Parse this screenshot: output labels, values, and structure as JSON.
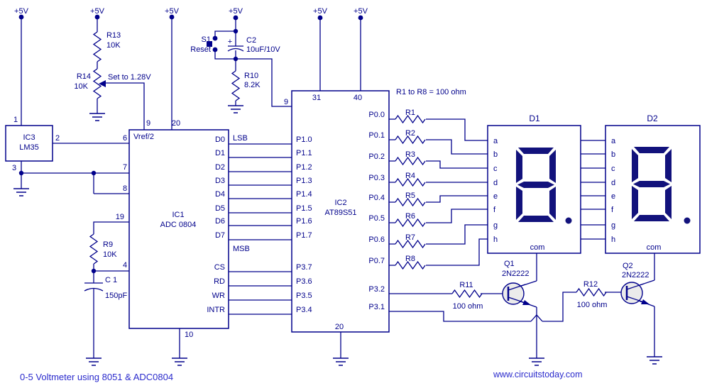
{
  "caption": {
    "title": "0-5 Voltmeter using 8051 & ADC0804",
    "website": "www.circuitstoday.com"
  },
  "colors": {
    "line": "#00008B",
    "caption_text": "#2A2ACC",
    "segment_fill": "#12127C",
    "transistor_fill": "#EBEBEB"
  },
  "power": {
    "label": "+5V"
  },
  "notes": {
    "r_note": "R1 to R8 = 100 ohm",
    "pot": "Set to 1.28V"
  },
  "sensor": {
    "ref": "IC3",
    "part": "LM35",
    "pin_top": "1",
    "pin_out": "2",
    "pin_gnd": "3"
  },
  "adc": {
    "ref": "IC1",
    "part": "ADC 0804",
    "vref_label": "Vref/2",
    "lsb": "LSB",
    "msb": "MSB",
    "pin_vref": "9",
    "pin_vcc": "20",
    "pin_gnd": "10",
    "pin_vin_plus": "6",
    "pin_vin_minus": "7",
    "pin_agnd": "8",
    "pin_clk_r": "19",
    "pin_clk_in": "4",
    "data_pins": [
      "D0",
      "D1",
      "D2",
      "D3",
      "D4",
      "D5",
      "D6",
      "D7"
    ],
    "ctrl_pins": [
      "CS",
      "RD",
      "WR",
      "INTR"
    ]
  },
  "mcu": {
    "ref": "IC2",
    "part": "AT89S51",
    "pin_rst": "9",
    "pin_31": "31",
    "pin_40": "40",
    "pin_gnd": "20",
    "p1": [
      "P1.0",
      "P1.1",
      "P1.2",
      "P1.3",
      "P1.4",
      "P1.5",
      "P1.6",
      "P1.7"
    ],
    "p3_left": [
      "P3.7",
      "P3.6",
      "P3.5",
      "P3.4"
    ],
    "p0": [
      "P0.0",
      "P0.1",
      "P0.2",
      "P0.3",
      "P0.4",
      "P0.5",
      "P0.6",
      "P0.7"
    ],
    "p3_right": [
      "P3.2",
      "P3.1"
    ]
  },
  "resistors": {
    "r13": {
      "ref": "R13",
      "value": "10K"
    },
    "r14": {
      "ref": "R14",
      "value": "10K"
    },
    "r9": {
      "ref": "R9",
      "value": "10K"
    },
    "r10": {
      "ref": "R10",
      "value": "8.2K"
    },
    "r11": {
      "ref": "R11",
      "value": "100 ohm"
    },
    "r12": {
      "ref": "R12",
      "value": "100 ohm"
    },
    "segment_refs": [
      "R1",
      "R2",
      "R3",
      "R4",
      "R5",
      "R6",
      "R7",
      "R8"
    ]
  },
  "capacitors": {
    "c1": {
      "ref": "C 1",
      "value": "150pF"
    },
    "c2": {
      "ref": "C2",
      "value": "10uF/10V",
      "polarity": "+"
    }
  },
  "switch": {
    "ref": "S1",
    "label": "Reset"
  },
  "displays": {
    "d1": {
      "ref": "D1"
    },
    "d2": {
      "ref": "D2"
    },
    "segment_pins": [
      "a",
      "b",
      "c",
      "d",
      "e",
      "f",
      "g",
      "h"
    ],
    "common": "com"
  },
  "transistors": {
    "q1": {
      "ref": "Q1",
      "part": "2N2222"
    },
    "q2": {
      "ref": "Q2",
      "part": "2N2222"
    }
  }
}
